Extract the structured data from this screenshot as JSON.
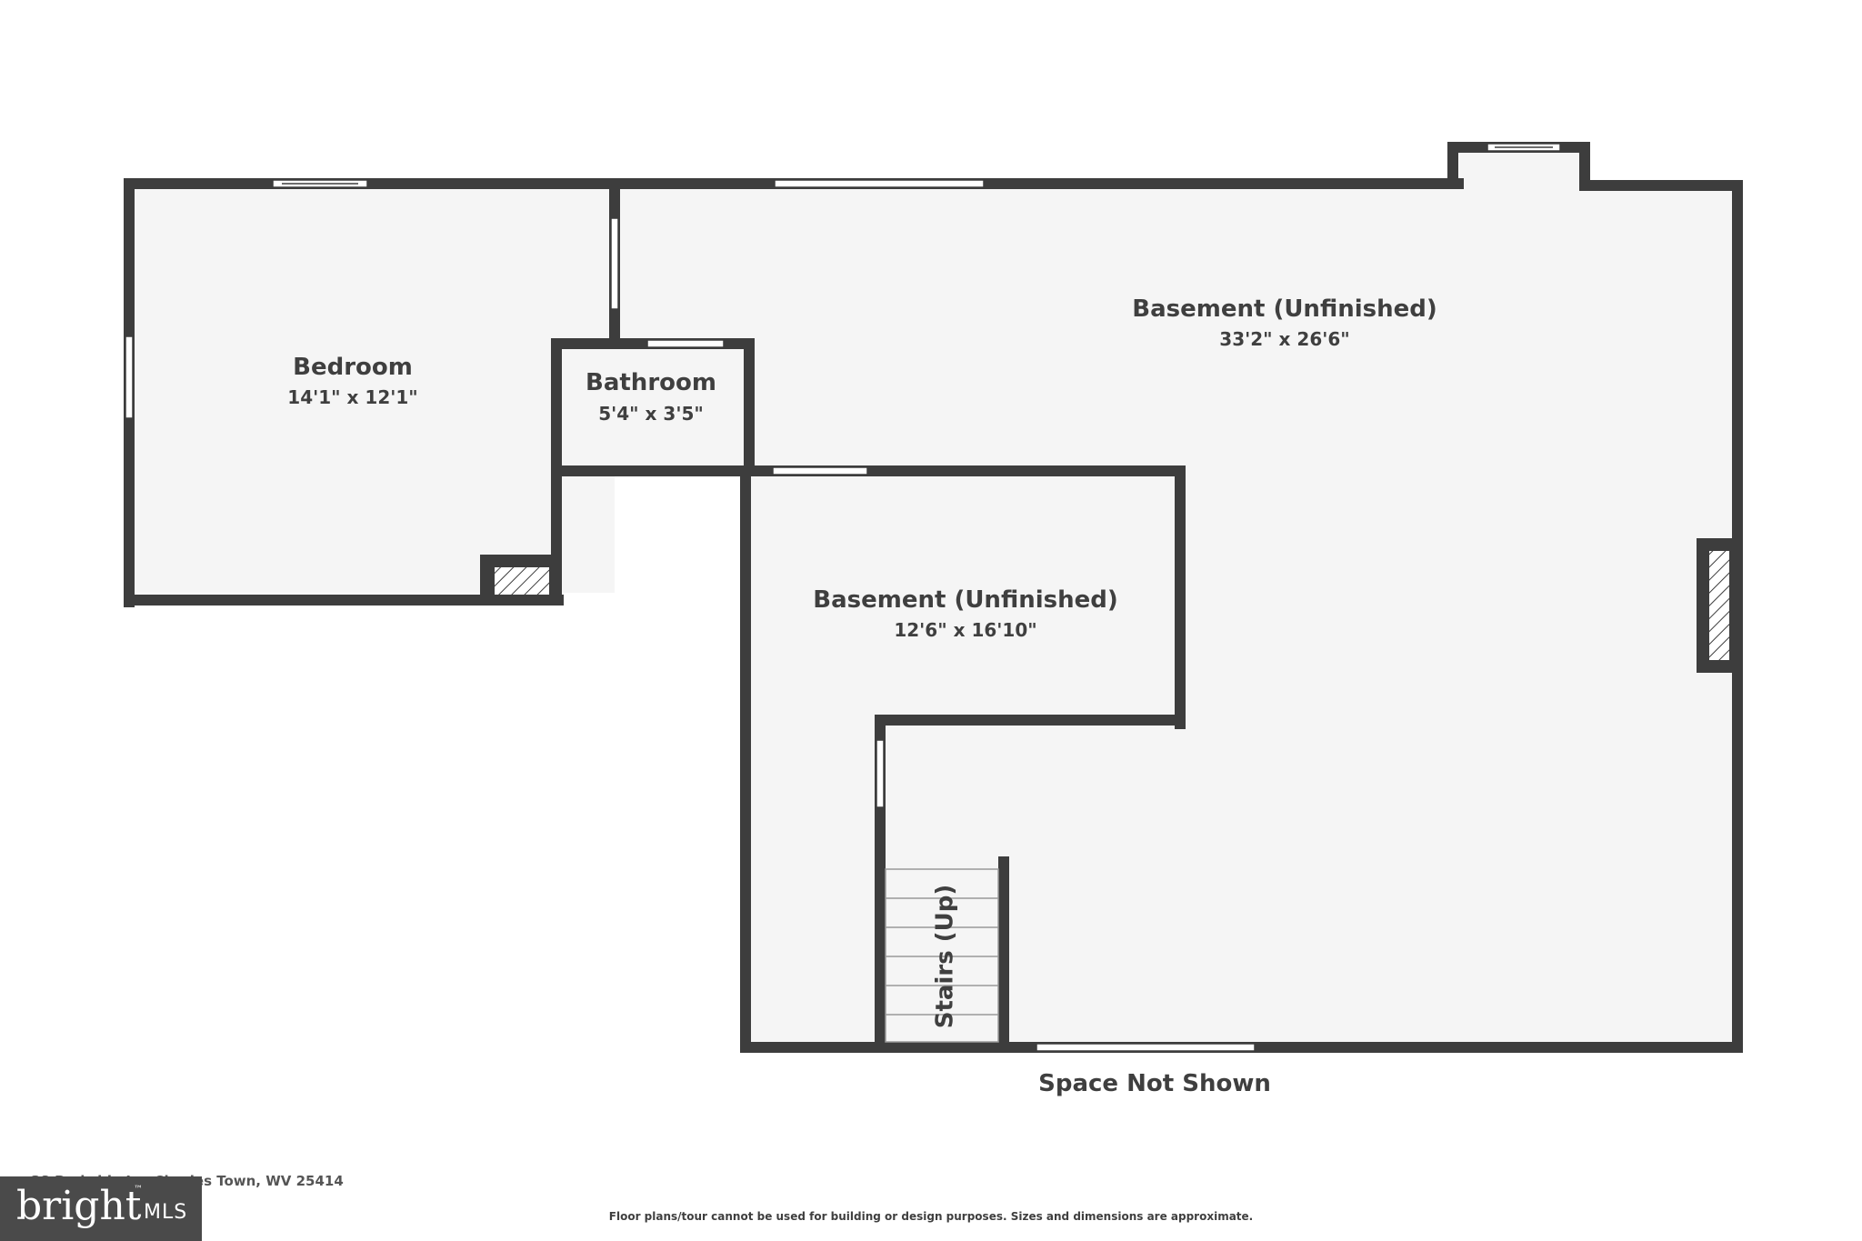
{
  "rooms": [
    {
      "name": "Bedroom",
      "dimensions": "14'1\" x 12'1\""
    },
    {
      "name": "Bathroom",
      "dimensions": "5'4\" x 3'5\""
    },
    {
      "name": "Basement (Unfinished)",
      "dimensions": "33'2\" x 26'6\""
    },
    {
      "name": "Basement (Unfinished)",
      "dimensions": "12'6\" x 16'10\""
    }
  ],
  "stairs": {
    "label": "Stairs (Up)"
  },
  "notes": {
    "space_not_shown": "Space Not Shown"
  },
  "footer": {
    "address": "38 Parkside Ln, Charles Town, WV 25414",
    "disclaimer": "Floor plans/tour cannot be used for building or design purposes. Sizes and dimensions are approximate."
  },
  "brand": {
    "name": "bright",
    "suffix": "MLS",
    "trademark": "™"
  },
  "colors": {
    "wall": "#3d3d3d",
    "floor": "#f5f5f5",
    "background": "#ffffff",
    "text": "#3f3f3f"
  }
}
